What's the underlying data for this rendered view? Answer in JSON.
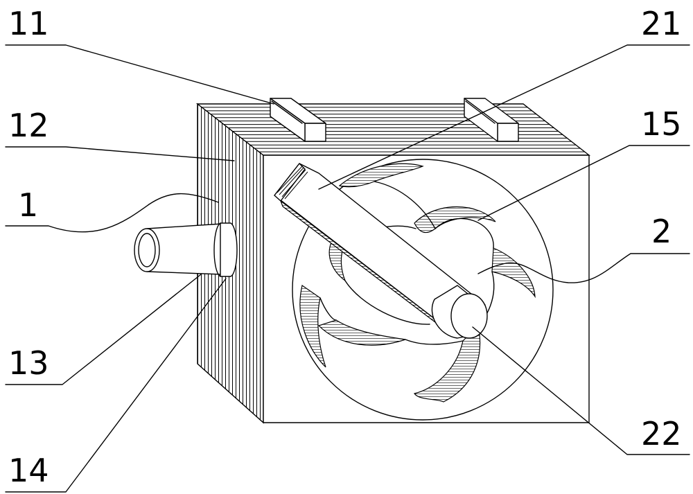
{
  "diagram": {
    "labels": {
      "l11": "11",
      "l21": "21",
      "l12": "12",
      "l15": "15",
      "l1": "1",
      "l2": "2",
      "l13": "13",
      "l22": "22",
      "l14": "14"
    }
  }
}
